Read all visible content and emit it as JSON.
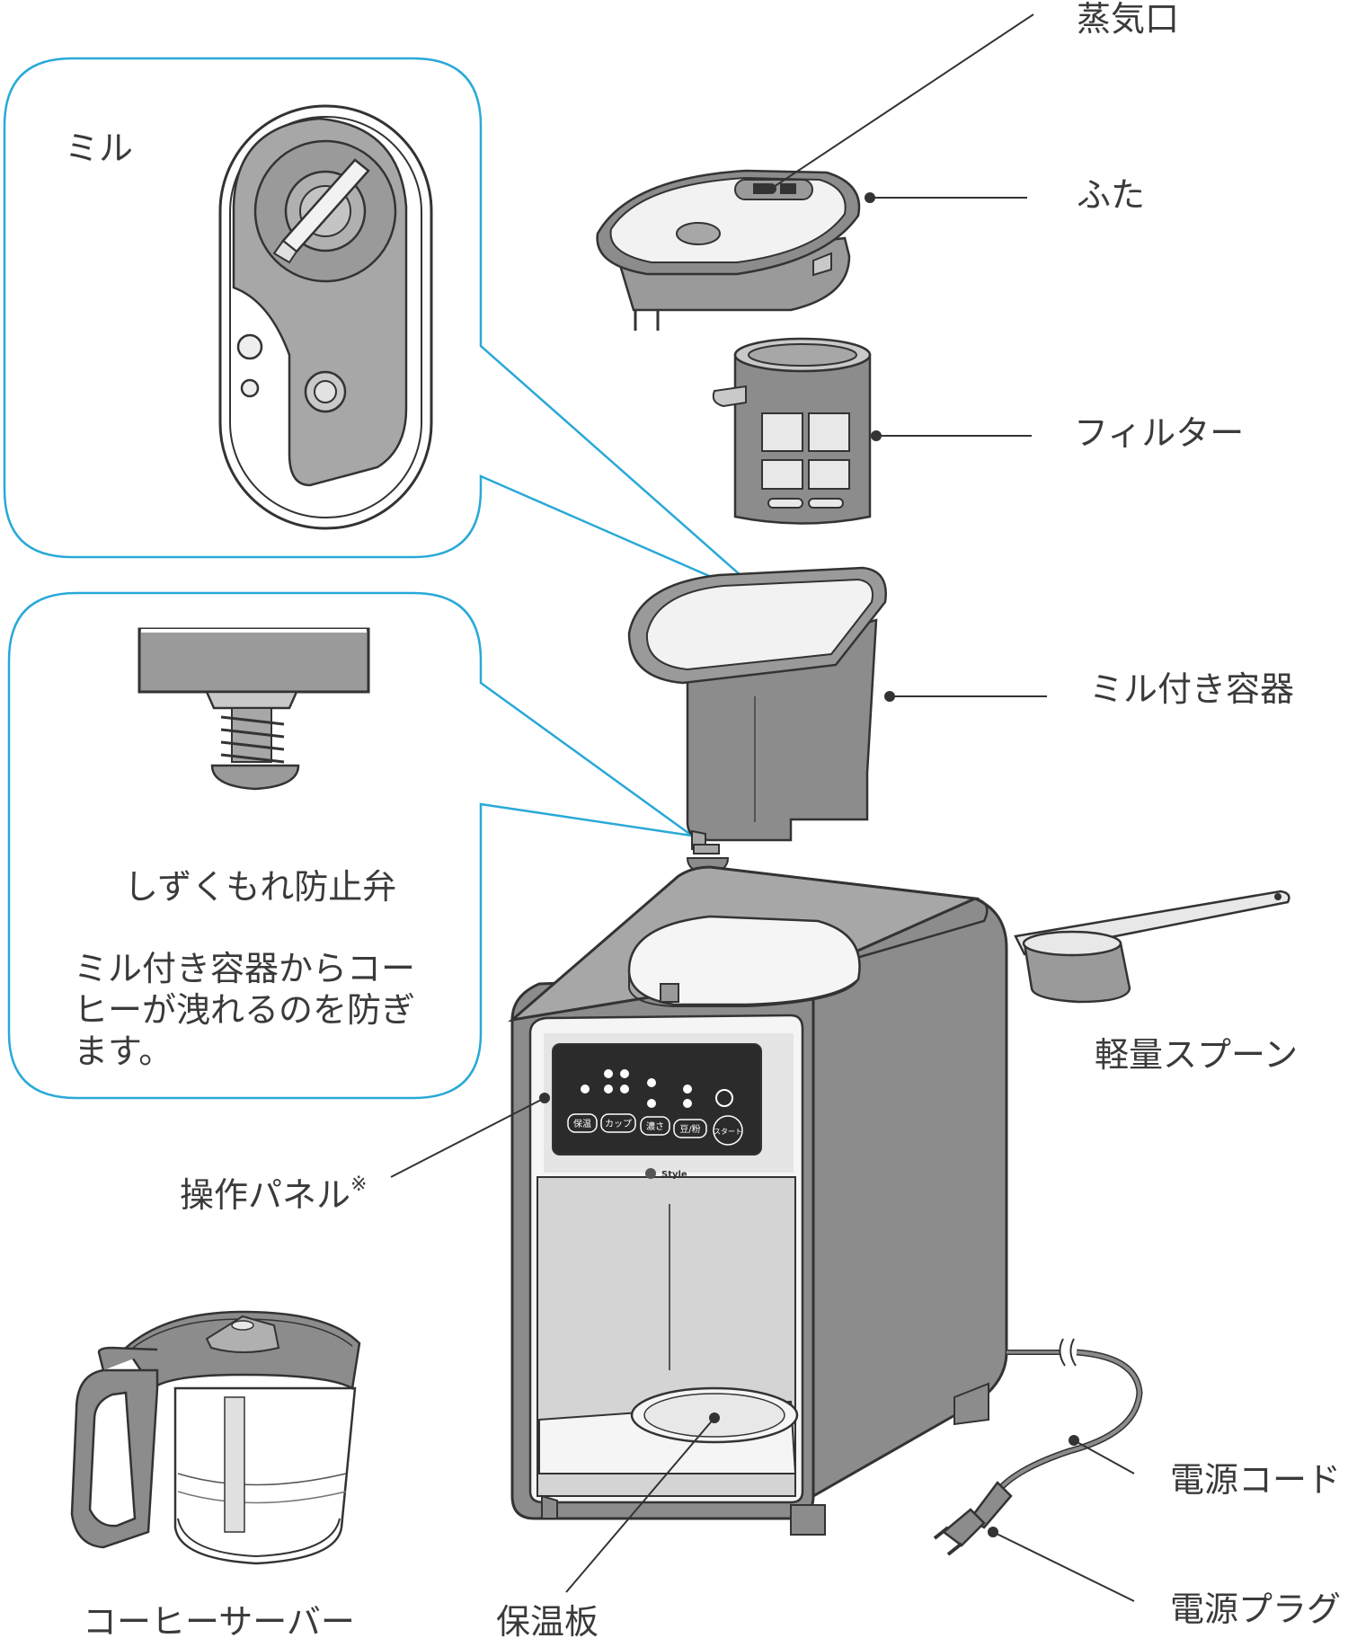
{
  "labels": {
    "steam_vent": "蒸気口",
    "lid": "ふた",
    "filter": "フィルター",
    "mill_container": "ミル付き容器",
    "measuring_spoon": "軽量スプーン",
    "operation_panel": "操作パネル",
    "operation_panel_mark": "※",
    "power_cord": "電源コード",
    "power_plug": "電源プラグ",
    "coffee_server": "コーヒーサーバー",
    "warming_plate": "保温板"
  },
  "callouts": {
    "mill": {
      "title": "ミル"
    },
    "valve": {
      "title": "しずくもれ防止弁",
      "description_lines": [
        "ミル付き容器からコー",
        "ヒーが洩れるのを防ぎ",
        "ます。"
      ]
    }
  },
  "panel": {
    "buttons": [
      "保温",
      "カップ",
      "濃さ",
      "豆/粉",
      "スタート"
    ],
    "brand": "Style"
  },
  "colors": {
    "callout_border": "#29a9d8",
    "body_gray": "#8c8c8c",
    "panel_dark": "#2b2b2b",
    "line": "#333333"
  }
}
